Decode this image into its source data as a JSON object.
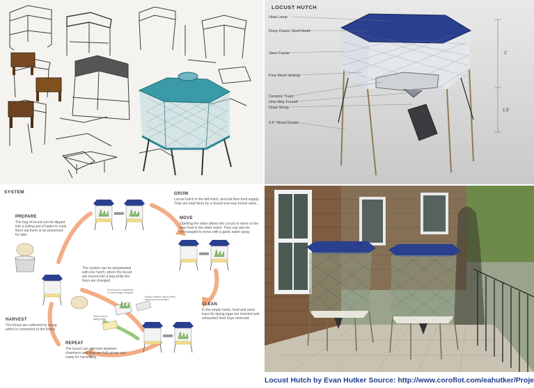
{
  "render": {
    "title": "LOCUST HUTCH",
    "labels": [
      "Heat Lamp",
      "Deep Drawn Steel Hood",
      "Steel Frame",
      "Fine Mesh Netting",
      "Ceramic Trays",
      "One-Way Funnel",
      "Draw String",
      "0.5\" Wood Dowel"
    ],
    "dim_upper": "2'",
    "dim_lower": "1.5'"
  },
  "system": {
    "title": "SYSTEM",
    "grow": {
      "heading": "GROW",
      "body": "Locust hutch in the left hutch, and eat their food supply. They are kept there by a closed one-way funnel valve."
    },
    "move": {
      "heading": "MOVE",
      "body": "Opening the valve allows the Locust to move to the new food in the other hutch. They can also be encouraged to move with a garlic water spray."
    },
    "clean": {
      "heading": "CLEAN",
      "body": "In the empty hutch, food and sand trays for laying eggs are inserted and exhausted food trays removed."
    },
    "prepare": {
      "heading": "PREPARE",
      "body": "The bag of locust can be dipped into a boiling pot of water to cook them eat them or be preserved for later."
    },
    "perpetuate": "The system can be perpetuated with one hutch, where the locust are moved into a bag while the trays are changed.",
    "harvest": {
      "heading": "HARVEST",
      "body": "The locust are collected by a bag which is connected to the funnel."
    },
    "repeat": {
      "heading": "REPEAT",
      "body": "The locust can alternate between chambers until they are fully grown and ready for harvesting."
    },
    "tray_food": "Food tray for vegetation or food scraps compost",
    "tray_empty": "Empty ceramic tray is taken with locust excrement",
    "tray_sand": "Sand tray for laying eggs"
  },
  "caption": "Locust Hutch by Evan Hutker Source: http://www.coroflot.com/eahutker/Projects",
  "colors": {
    "hood_blue": "#2b3f8f",
    "render_teal": "#3b9aa8",
    "arrow_orange": "#f2a57a",
    "arrow_green": "#8dc26f",
    "caption_blue": "#1f3d8c"
  }
}
